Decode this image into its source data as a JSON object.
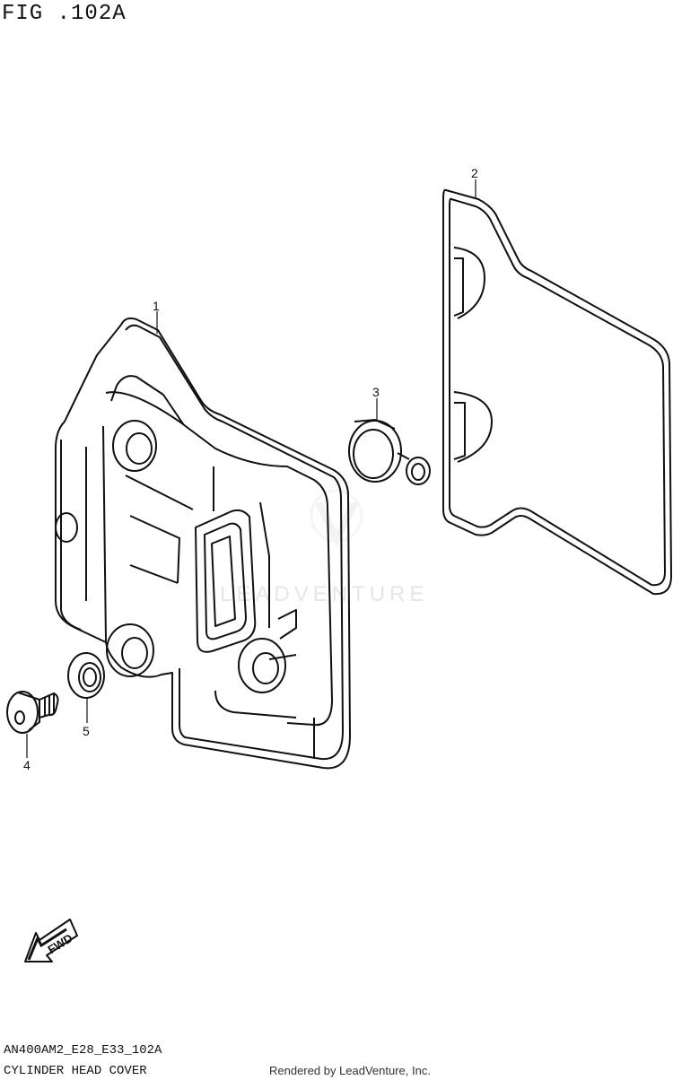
{
  "figure": {
    "title": "FIG .102A",
    "model_code": "AN400AM2_E28_E33_102A",
    "description": "CYLINDER HEAD COVER",
    "credit": "Rendered by LeadVenture, Inc."
  },
  "callouts": [
    {
      "number": "1",
      "part": "cylinder-head-cover"
    },
    {
      "number": "2",
      "part": "cover-gasket"
    },
    {
      "number": "3",
      "part": "plug-seal"
    },
    {
      "number": "4",
      "part": "bolt"
    },
    {
      "number": "5",
      "part": "washer-seal"
    }
  ],
  "direction_indicator": {
    "label": "FWD",
    "icon": "arrow-icon"
  },
  "watermark": {
    "text": "LEADVENTURE",
    "icon": "leadventure-logo-icon"
  }
}
